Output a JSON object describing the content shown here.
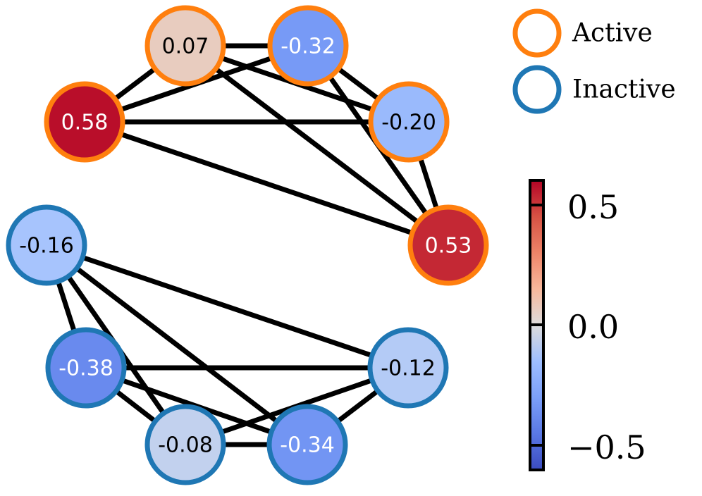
{
  "legend": {
    "items": [
      {
        "label": "Active",
        "color": "#ff7f0e"
      },
      {
        "label": "Inactive",
        "color": "#1f77b4"
      }
    ]
  },
  "colorbar": {
    "ticks": [
      "0.5",
      "0.0",
      "−0.5"
    ],
    "min": -0.6,
    "max": 0.6,
    "colormap": "coolwarm"
  },
  "graph": {
    "nodes": [
      {
        "id": "a1",
        "value": "0.07",
        "group": "Active"
      },
      {
        "id": "a2",
        "value": "-0.32",
        "group": "Active"
      },
      {
        "id": "a3",
        "value": "0.58",
        "group": "Active"
      },
      {
        "id": "a4",
        "value": "-0.20",
        "group": "Active"
      },
      {
        "id": "a5",
        "value": "0.53",
        "group": "Active"
      },
      {
        "id": "i1",
        "value": "-0.16",
        "group": "Inactive"
      },
      {
        "id": "i2",
        "value": "-0.38",
        "group": "Inactive"
      },
      {
        "id": "i3",
        "value": "-0.12",
        "group": "Inactive"
      },
      {
        "id": "i4",
        "value": "-0.08",
        "group": "Inactive"
      },
      {
        "id": "i5",
        "value": "-0.34",
        "group": "Inactive"
      }
    ],
    "edges": [
      [
        "a1",
        "a2"
      ],
      [
        "a1",
        "a3"
      ],
      [
        "a1",
        "a4"
      ],
      [
        "a1",
        "a5"
      ],
      [
        "a2",
        "a3"
      ],
      [
        "a2",
        "a4"
      ],
      [
        "a2",
        "a5"
      ],
      [
        "a3",
        "a4"
      ],
      [
        "a3",
        "a5"
      ],
      [
        "a4",
        "a5"
      ],
      [
        "i1",
        "i2"
      ],
      [
        "i1",
        "i3"
      ],
      [
        "i1",
        "i4"
      ],
      [
        "i1",
        "i5"
      ],
      [
        "i2",
        "i3"
      ],
      [
        "i2",
        "i4"
      ],
      [
        "i2",
        "i5"
      ],
      [
        "i3",
        "i4"
      ],
      [
        "i3",
        "i5"
      ],
      [
        "i4",
        "i5"
      ]
    ]
  }
}
